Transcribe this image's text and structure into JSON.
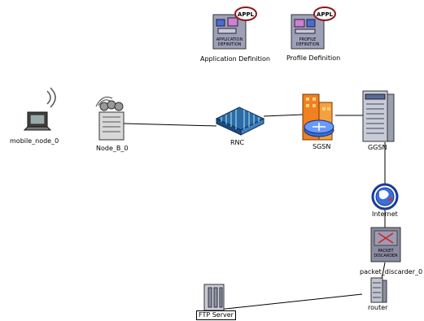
{
  "nodes": {
    "app_def": {
      "label": "Application Definition",
      "badge": "APPL",
      "caption": "APPLICATION DEFINITION"
    },
    "prof_def": {
      "label": "Profile Definition",
      "badge": "APPL",
      "caption": "PROFILE DEFINITION"
    },
    "mobile": {
      "label": "mobile_node_0"
    },
    "nodeb": {
      "label": "Node_B_0"
    },
    "rnc": {
      "label": "RNC"
    },
    "sgsn": {
      "label": "SGSN"
    },
    "ggsn": {
      "label": "GGSN"
    },
    "internet": {
      "label": "Internet"
    },
    "packet": {
      "label": "packet_discarder_0",
      "caption": "PACKET DISCARDER"
    },
    "router": {
      "label": "router"
    },
    "ftp": {
      "label": "FTP Server"
    }
  },
  "colors": {
    "link": "#000000",
    "badge_ring": "#8b1a1a",
    "sgsn_orange": "#f08020",
    "router_blue": "#3a6fd8",
    "icon_box": "#8a8aa0"
  }
}
